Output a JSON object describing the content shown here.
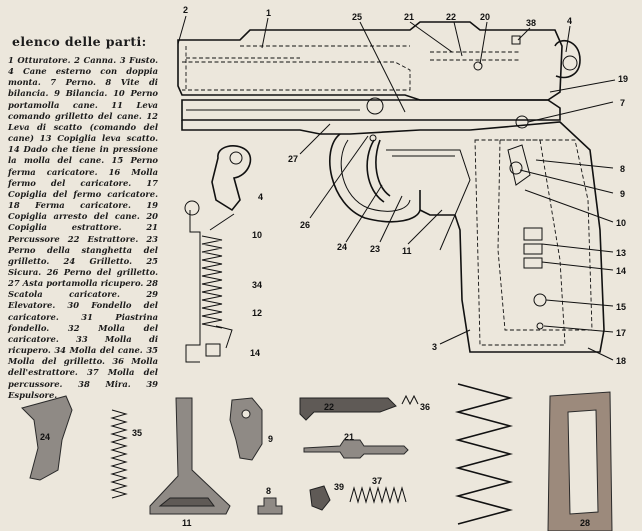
{
  "legend": {
    "title": "elenco delle parti:",
    "text": "1 Otturatore. 2 Canna. 3 Fusto. 4 Cane esterno con doppia monta. 7 Perno. 8 Vite di bilancia. 9 Bilancia. 10 Perno portamolla cane. 11 Leva comando grilletto del cane. 12 Leva di scatto (comando del cane) 13 Copiglia leva scatto. 14 Dado che tiene in pressione la molla del cane. 15 Perno ferma caricatore. 16 Molla fermo del caricatore. 17 Copiglia del fermo caricatore. 18 Ferma caricatore. 19 Copiglia arresto del cane. 20 Copiglia estrattore. 21 Percussore 22 Estrattore. 23 Perno della stanghetta del grilletto. 24 Grilletto. 25 Sicura. 26 Perno del grilletto. 27 Asta portamolla ricupero. 28 Scatola caricatore. 29 Elevatore. 30 Fondello del caricatore. 31 Piastrina fondello. 32 Molla del caricatore. 33 Molla di ricupero. 34 Molla del cane. 35 Molla del grilletto. 36 Molla dell'estrattore. 37 Molla del percussore. 38 Mira. 39 Espulsore."
  },
  "callouts": {
    "top_2": "2",
    "top_1": "1",
    "top_25": "25",
    "top_21": "21",
    "top_22": "22",
    "top_20": "20",
    "top_38": "38",
    "top_4": "4",
    "right_19": "19",
    "right_7": "7",
    "right_8": "8",
    "right_9": "9",
    "right_10": "10",
    "right_13": "13",
    "right_14": "14",
    "right_15": "15",
    "right_17": "17",
    "right_18": "18",
    "mid_27": "27",
    "mid_26": "26",
    "mid_24": "24",
    "mid_23": "23",
    "mid_11": "11",
    "mid_3": "3",
    "assy_4": "4",
    "assy_10": "10",
    "assy_34": "34",
    "assy_12": "12",
    "assy_14": "14",
    "part_24": "24",
    "part_35": "35",
    "part_11": "11",
    "part_9": "9",
    "part_22": "22",
    "part_36": "36",
    "part_21": "21",
    "part_37": "37",
    "part_39": "39",
    "part_8": "8",
    "part_28": "28"
  }
}
